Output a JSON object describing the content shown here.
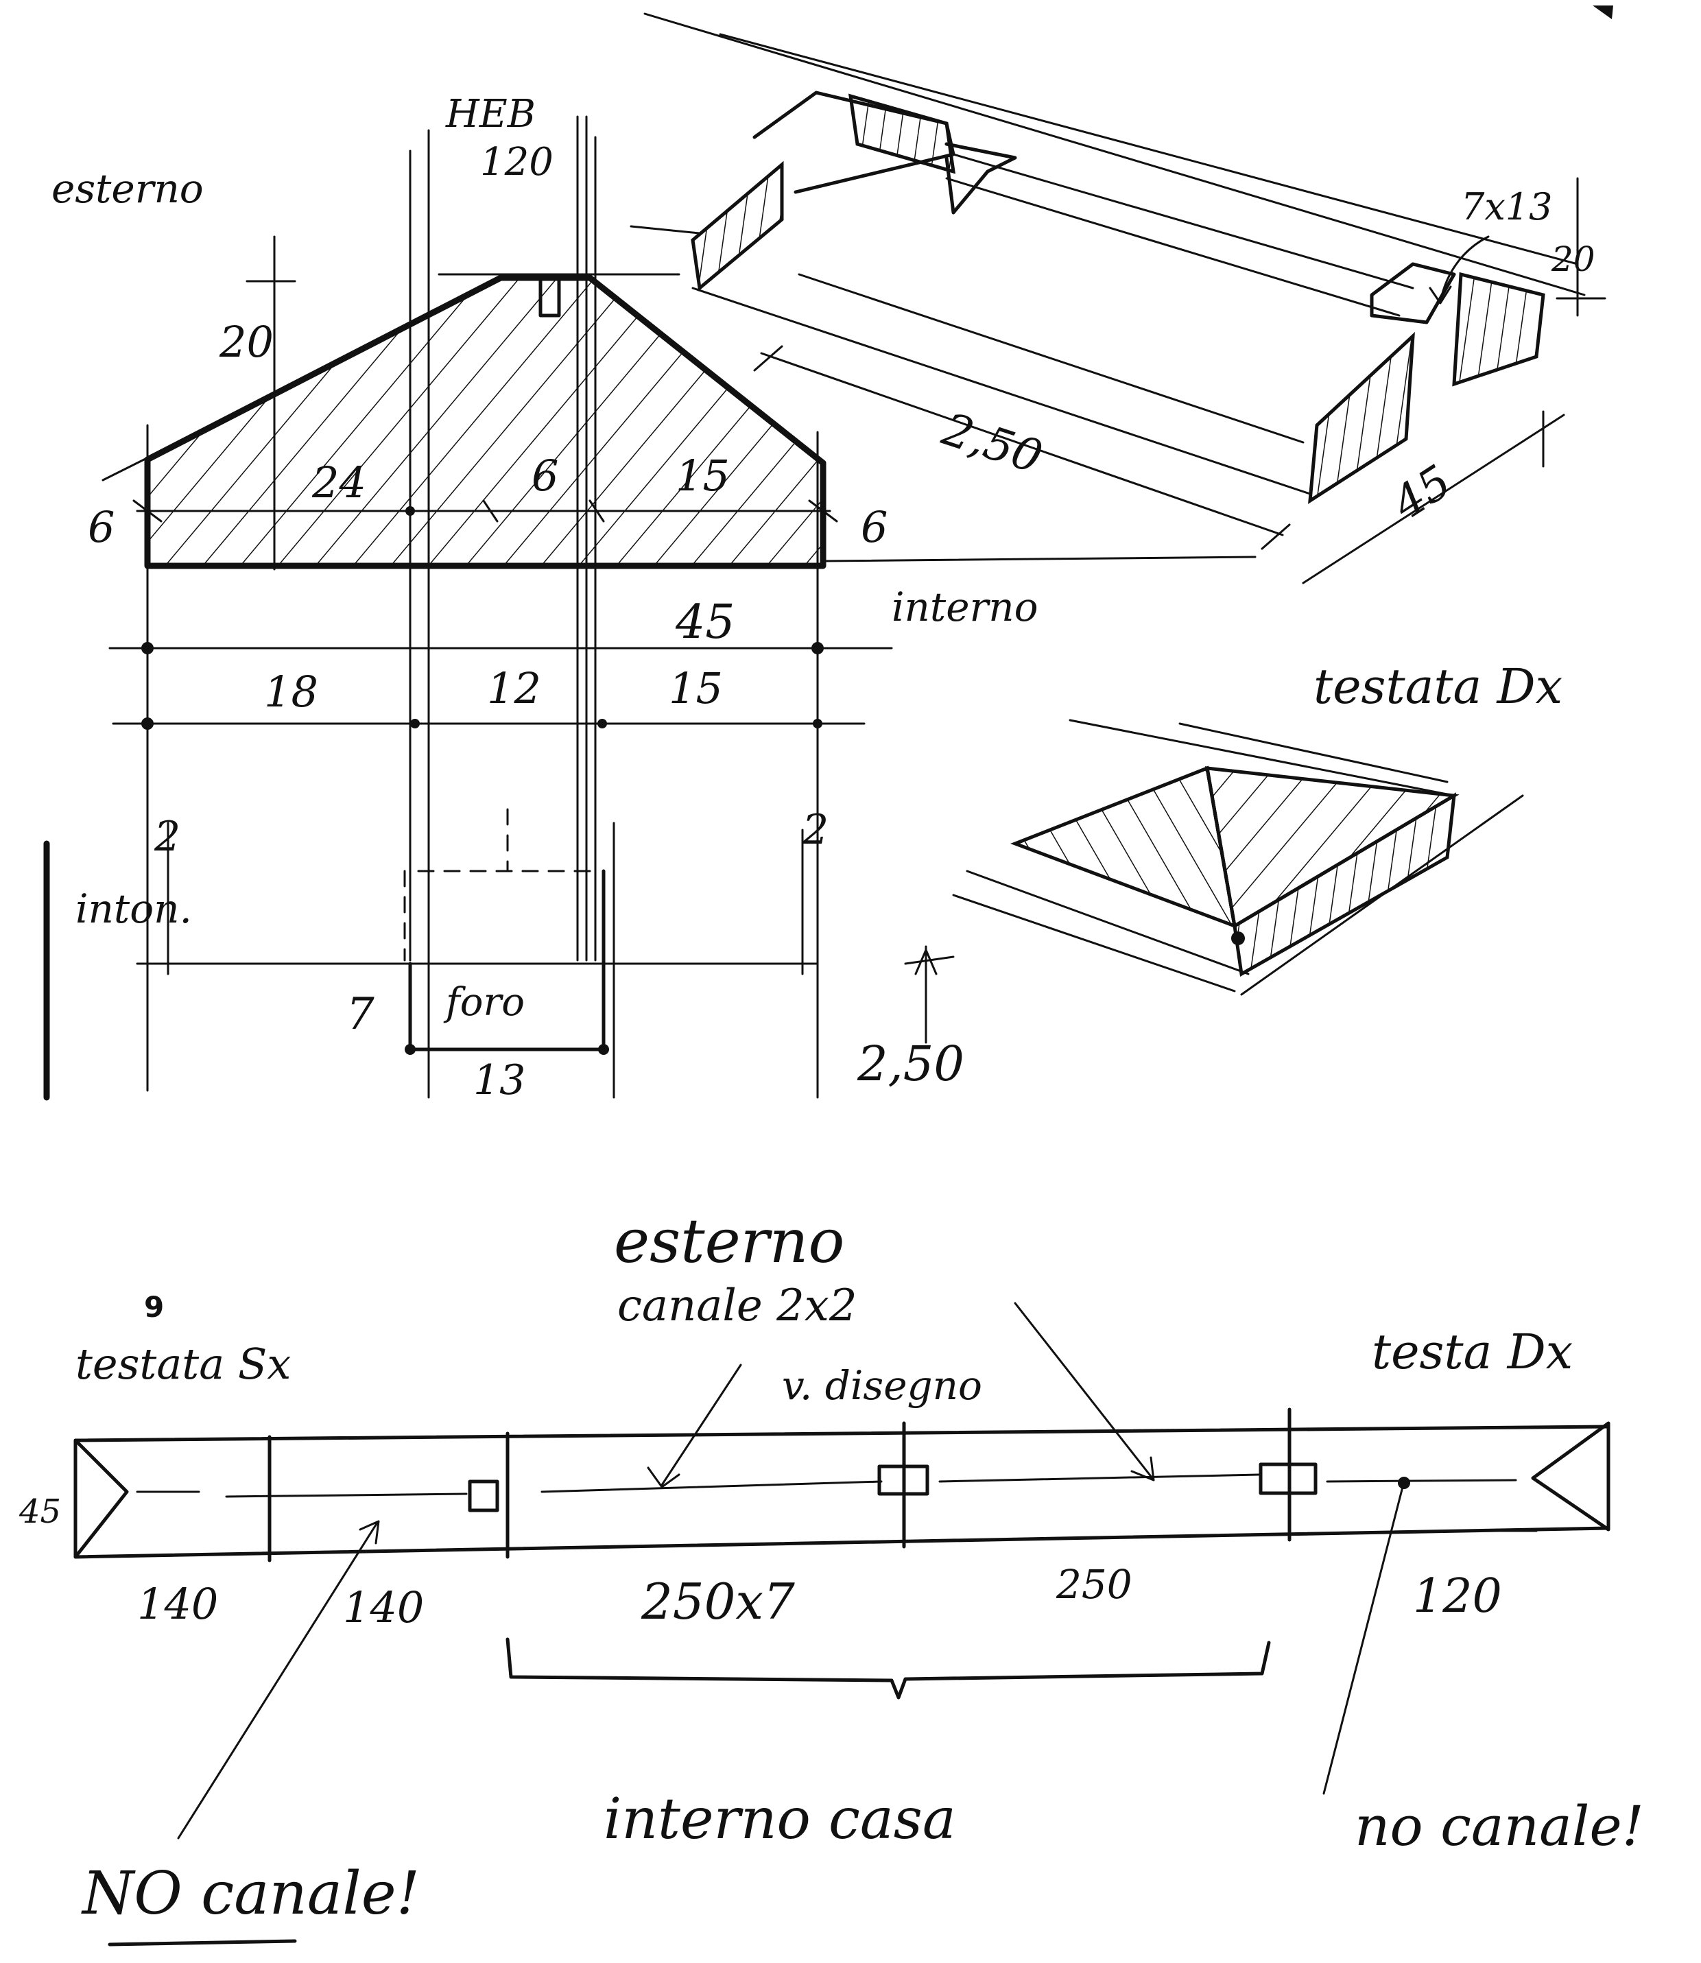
{
  "section_detail": {
    "labels": {
      "esterno": "esterno",
      "heb": "HEB",
      "heb_size": "120",
      "interno": "interno",
      "intonaco": "inton.",
      "foro": "foro"
    },
    "dims": {
      "height_top": "20",
      "left_edge": "6",
      "right_edge": "6",
      "seg_left": "24",
      "seg_mid": "6",
      "seg_right": "15",
      "total_width": "45",
      "bottom_left": "18",
      "bottom_mid": "12",
      "bottom_right": "15",
      "inton_left": "2",
      "inton_right": "2",
      "foro_height": "7",
      "foro_width": "13",
      "length": "2,50"
    }
  },
  "iso_beam": {
    "notch": "7x13",
    "notch_depth": "20",
    "length": "2,50",
    "width": "45"
  },
  "testata_dx": {
    "label": "testata Dx"
  },
  "plan": {
    "labels": {
      "esterno": "esterno",
      "canale": "canale 2x2",
      "vedi_disegno": "v. disegno",
      "testata_sx_num": "9",
      "testata_sx": "testata Sx",
      "testa_dx": "testa Dx",
      "width": "45",
      "interno_casa": "interno casa",
      "no_canale_left": "NO canale!",
      "no_canale_right": "no canale!"
    },
    "segments": [
      "140",
      "140",
      "250x7",
      "250",
      "120"
    ]
  }
}
